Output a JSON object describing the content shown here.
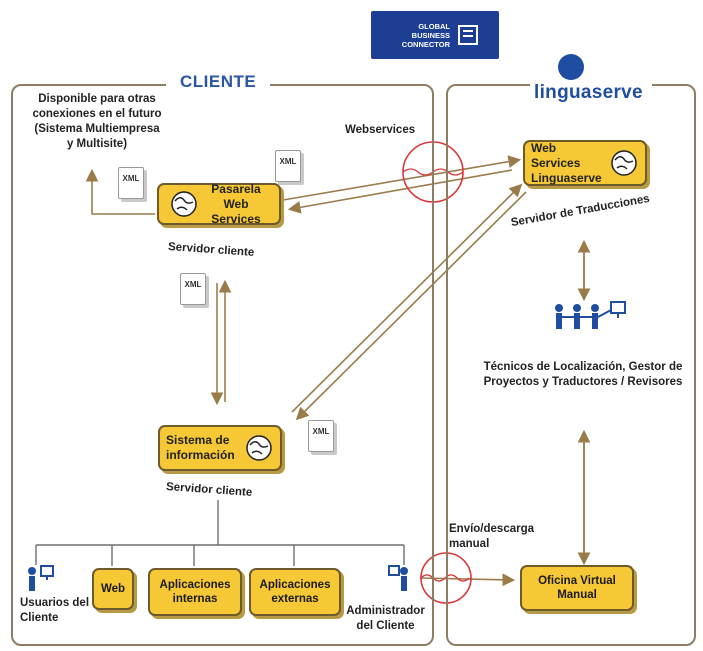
{
  "logo": {
    "text": "GLOBAL BUSINESS CONNECTOR"
  },
  "panels": {
    "left_title": "CLIENTE",
    "right_logo": "linguaserve"
  },
  "labels": {
    "available": "Disponible para otras conexiones en el futuro (Sistema Multiempresa y Multisite)",
    "webservices": "Webservices",
    "server_client_1": "Servidor cliente",
    "server_client_2": "Servidor cliente",
    "server_translations": "Servidor de Traducciones",
    "technicians": "Técnicos de Localización, Gestor de Proyectos y Traductores / Revisores",
    "manual": "Envío/descarga manual",
    "users": "Usuarios del Cliente",
    "admin": "Administrador del Cliente"
  },
  "nodes": {
    "pasarela": "Pasarela Web Services",
    "ws_linguaserve": "Web Services Linguaserve",
    "sistema": "Sistema de información",
    "oficina": "Oficina Virtual Manual",
    "web": "Web",
    "internas": "Aplicaciones internas",
    "externas": "Aplicaciones externas"
  },
  "xml": [
    "XML",
    "XML",
    "XML",
    "XML"
  ],
  "colors": {
    "node_fill": "#f6c836",
    "panel_border": "#8d7d62",
    "arrow": "#9a7c4a",
    "title_blue": "#2a55a0",
    "red_circle": "#d9373a"
  }
}
